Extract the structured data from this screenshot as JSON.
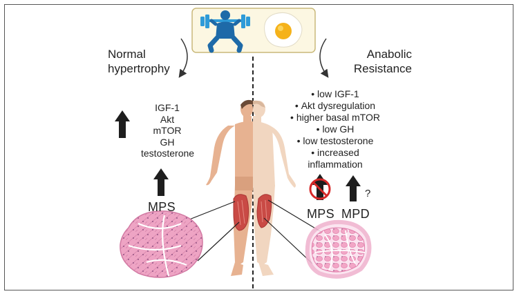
{
  "left_title": [
    "Normal",
    "hypertrophy"
  ],
  "right_title": [
    "Anabolic",
    "Resistance"
  ],
  "left_hormones": [
    "IGF-1",
    "Akt",
    "mTOR",
    "GH",
    "testosterone"
  ],
  "right_factors": [
    "low IGF-1",
    "Akt dysregulation",
    "higher basal mTOR",
    "low GH",
    "low testosterone",
    "increased",
    "inflammation"
  ],
  "left_mps_label": "MPS",
  "right_mps_label": "MPS",
  "mpd_label": "MPD",
  "question_mark": "?",
  "icons": [
    "weightlifter-icon",
    "fried-egg-icon",
    "prohibition-icon",
    "up-arrow-icon",
    "curved-arrow-icon",
    "muscle-tissue-icon",
    "human-figure-icon"
  ],
  "colors": {
    "icon_box_bg": "#fcf7e2",
    "icon_box_border": "#c9b97a",
    "lifter_blue": "#1e6aa8",
    "barbell_blue": "#2e9bd8",
    "egg_yolk": "#f5b21a",
    "muscle_red": "#c94a45",
    "healthy_tissue": "#eea4c4",
    "atrophic_tissue": "#fbe3ef",
    "prohibition_red": "#d62828",
    "arrow": "#1e1e1e"
  }
}
